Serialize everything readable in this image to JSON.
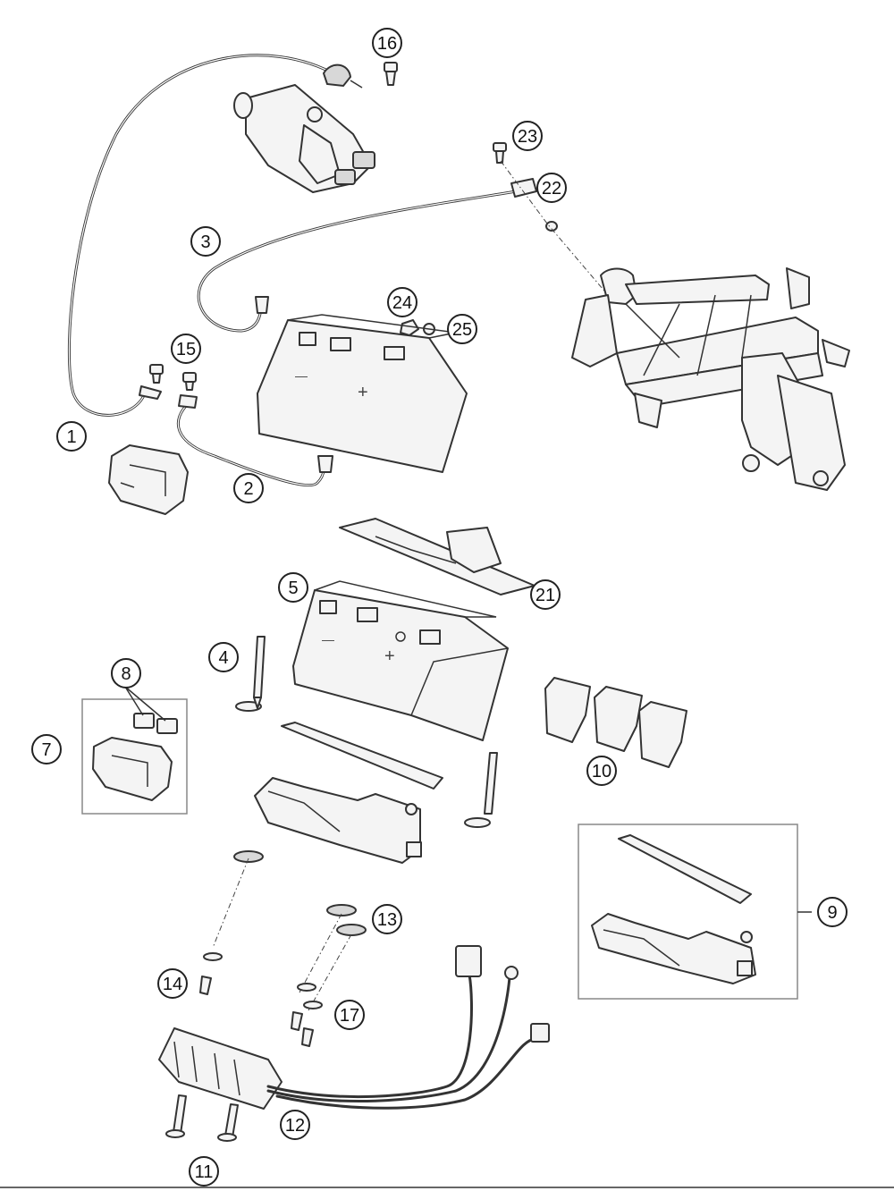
{
  "callouts": [
    {
      "id": "c1",
      "label": "1"
    },
    {
      "id": "c2",
      "label": "2"
    },
    {
      "id": "c3",
      "label": "3"
    },
    {
      "id": "c4",
      "label": "4"
    },
    {
      "id": "c5",
      "label": "5"
    },
    {
      "id": "c7",
      "label": "7"
    },
    {
      "id": "c8",
      "label": "8"
    },
    {
      "id": "c9",
      "label": "9"
    },
    {
      "id": "c10",
      "label": "10"
    },
    {
      "id": "c11",
      "label": "11"
    },
    {
      "id": "c12",
      "label": "12"
    },
    {
      "id": "c13",
      "label": "13"
    },
    {
      "id": "c14",
      "label": "14"
    },
    {
      "id": "c15",
      "label": "15"
    },
    {
      "id": "c16",
      "label": "16"
    },
    {
      "id": "c17",
      "label": "17"
    },
    {
      "id": "c21",
      "label": "21"
    },
    {
      "id": "c22",
      "label": "22"
    },
    {
      "id": "c23",
      "label": "23"
    },
    {
      "id": "c24",
      "label": "24"
    },
    {
      "id": "c25",
      "label": "25"
    }
  ]
}
